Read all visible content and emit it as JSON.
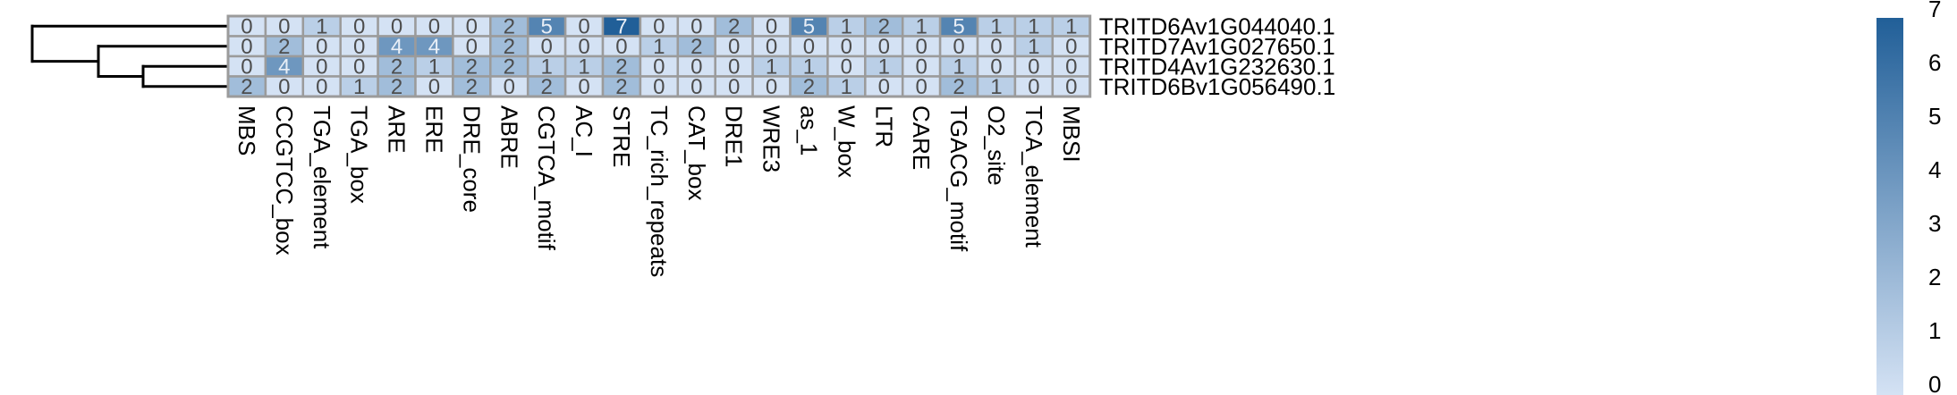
{
  "chart_data": {
    "type": "heatmap",
    "title": "",
    "xlabel": "",
    "ylabel": "",
    "rows": [
      "TRITD6Av1G044040.1",
      "TRITD7Av1G027650.1",
      "TRITD4Av1G232630.1",
      "TRITD6Bv1G056490.1"
    ],
    "columns": [
      "MBS",
      "CCGTCC_box",
      "TGA_element",
      "TGA_box",
      "ARE",
      "ERE",
      "DRE_core",
      "ABRE",
      "CGTCA_motif",
      "AC_I",
      "STRE",
      "TC_rich_repeats",
      "CAT_box",
      "DRE1",
      "WRE3",
      "as_1",
      "W_box",
      "LTR",
      "CARE",
      "TGACG_motif",
      "O2_site",
      "TCA_element",
      "MBSI"
    ],
    "values": [
      [
        0,
        0,
        1,
        0,
        0,
        0,
        0,
        2,
        5,
        0,
        7,
        0,
        0,
        2,
        0,
        5,
        1,
        2,
        1,
        5,
        1,
        1,
        1
      ],
      [
        0,
        2,
        0,
        0,
        4,
        4,
        0,
        2,
        0,
        0,
        0,
        1,
        2,
        0,
        0,
        0,
        0,
        0,
        0,
        0,
        0,
        1,
        0
      ],
      [
        0,
        4,
        0,
        0,
        2,
        1,
        2,
        2,
        1,
        1,
        2,
        0,
        0,
        0,
        1,
        1,
        0,
        1,
        0,
        1,
        0,
        0,
        0
      ],
      [
        2,
        0,
        0,
        1,
        2,
        0,
        2,
        0,
        2,
        0,
        2,
        0,
        0,
        0,
        0,
        2,
        1,
        0,
        0,
        2,
        1,
        0,
        0
      ]
    ],
    "color_scale": {
      "min": 0,
      "max": 7,
      "low_color": "#d4e2f4",
      "high_color": "#215f98",
      "ticks": [
        "0",
        "1",
        "2",
        "3",
        "4",
        "5",
        "6",
        "7"
      ]
    },
    "cell_border_color": "#9b9b9b",
    "dendrogram": "row",
    "legend_placement": "right"
  }
}
